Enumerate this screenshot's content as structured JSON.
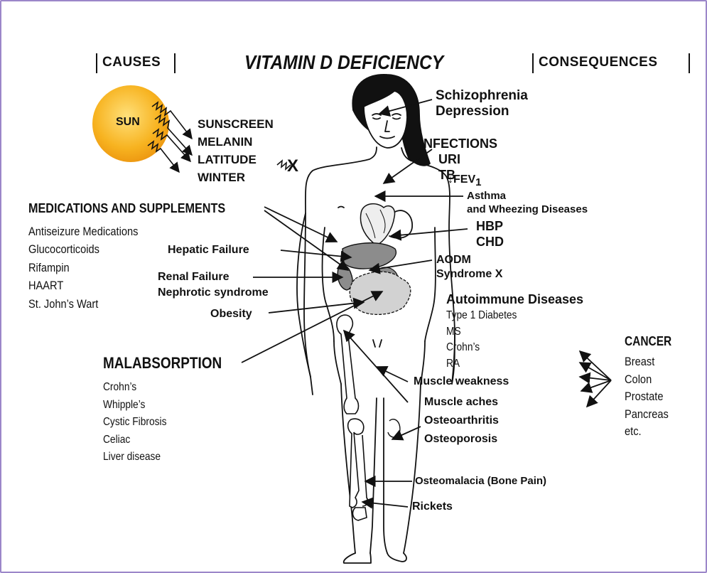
{
  "title": "VITAMIN D DEFICIENCY",
  "headers": {
    "causes": "CAUSES",
    "consequences": "CONSEQUENCES"
  },
  "sun": {
    "label": "SUN",
    "color": "#f6b21a"
  },
  "sun_blockers": [
    "SUNSCREEN",
    "MELANIN",
    "LATITUDE",
    "WINTER"
  ],
  "block_mark": "X",
  "medications": {
    "heading": "MEDICATIONS AND SUPPLEMENTS",
    "items": [
      "Antiseizure Medications",
      "Glucocorticoids",
      "Rifampin",
      "HAART",
      "St. John’s Wart"
    ]
  },
  "causes_labels": {
    "hepatic": "Hepatic Failure",
    "renal": "Renal Failure",
    "nephrotic": "Nephrotic syndrome",
    "obesity": "Obesity"
  },
  "malabsorption": {
    "heading": "MALABSORPTION",
    "items": [
      "Crohn’s",
      "Whipple’s",
      "Cystic Fibrosis",
      "Celiac",
      "Liver disease"
    ]
  },
  "consequences_labels": {
    "schizophrenia": "Schizophrenia",
    "depression": "Depression",
    "infections": "INFECTIONS",
    "uri": "URI",
    "tb": "TB",
    "fev_arrow": "↓",
    "fev": "FEV",
    "fev_sub": "1",
    "asthma": "Asthma",
    "wheezing": "and Wheezing Diseases",
    "hbp": "HBP",
    "chd": "CHD",
    "aodm": "AODM",
    "syndrome_x": "Syndrome X",
    "muscle_weakness": "Muscle weakness",
    "muscle_aches": "Muscle aches",
    "osteoarthritis": "Osteoarthritis",
    "osteoporosis": "Osteoporosis",
    "osteomalacia": "Osteomalacia (Bone Pain)",
    "rickets": "Rickets"
  },
  "autoimmune": {
    "heading": "Autoimmune Diseases",
    "items": [
      "Type 1 Diabetes",
      "MS",
      "Crohn’s",
      "RA"
    ]
  },
  "cancer": {
    "heading": "CANCER",
    "items": [
      "Breast",
      "Colon",
      "Prostate",
      "Pancreas",
      "etc."
    ]
  },
  "colors": {
    "frame": "#9b86c9",
    "organ_fill": "#8c8c8c",
    "intestine_fill": "#d2d2d2"
  }
}
